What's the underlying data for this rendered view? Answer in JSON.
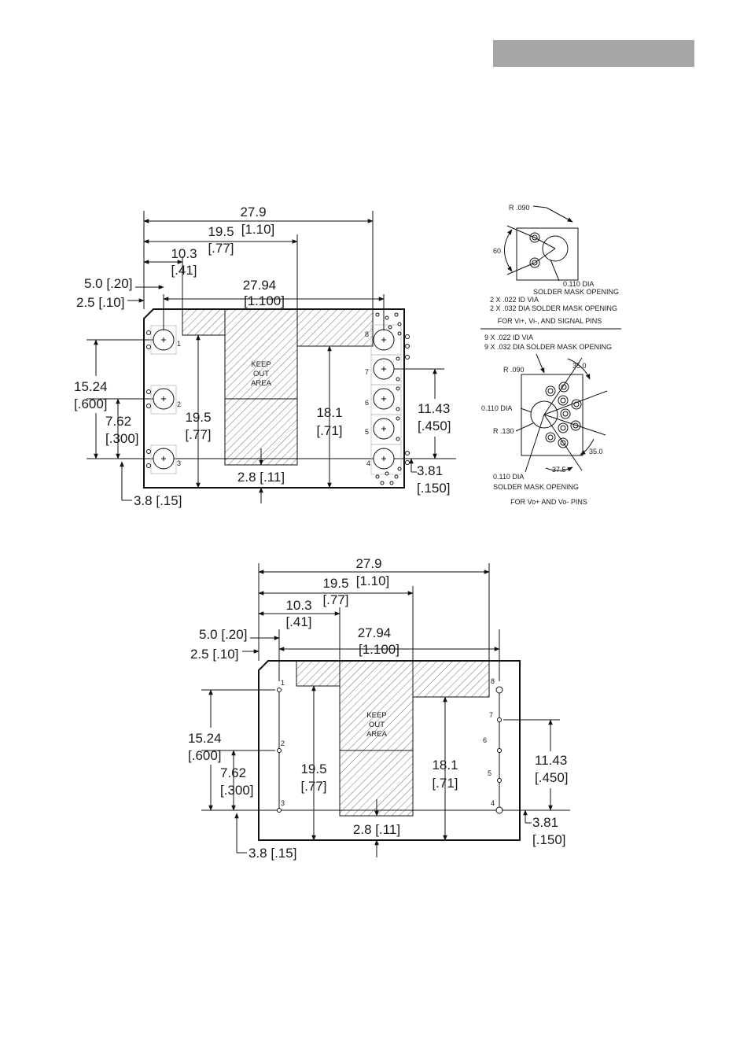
{
  "diagram": {
    "top": {
      "dims": {
        "w279": "27.9",
        "w279_in": "[1.10]",
        "w195": "19.5",
        "w195_in": "[.77]",
        "w103": "10.3",
        "w103_in": "[.41]",
        "d50": "5.0 [.20]",
        "d25": "2.5 [.10]",
        "w2794": "27.94",
        "w2794_in": "[1.100]",
        "h1524": "15.24",
        "h1524_in": "[.600]",
        "h762": "7.62",
        "h762_in": "[.300]",
        "v195": "19.5",
        "v195_in": "[.77]",
        "v181": "18.1",
        "v181_in": "[.71]",
        "h1143": "11.43",
        "h1143_in": "[.450]",
        "h381": "3.81",
        "h381_in": "[.150]",
        "d28": "2.8 [.11]",
        "d38": "3.8 [.15]"
      },
      "keepout": [
        "KEEP",
        "OUT",
        "AREA"
      ],
      "pins": [
        "1",
        "2",
        "3",
        "4",
        "5",
        "6",
        "7",
        "8"
      ]
    },
    "bottom": {
      "dims": {
        "w279": "27.9",
        "w279_in": "[1.10]",
        "w195": "19.5",
        "w195_in": "[.77]",
        "w103": "10.3",
        "w103_in": "[.41]",
        "d50": "5.0 [.20]",
        "d25": "2.5 [.10]",
        "w2794": "27.94",
        "w2794_in": "[1.100]",
        "h1524": "15.24",
        "h1524_in": "[.600]",
        "h762": "7.62",
        "h762_in": "[.300]",
        "v195": "19.5",
        "v195_in": "[.77]",
        "v181": "18.1",
        "v181_in": "[.71]",
        "h1143": "11.43",
        "h1143_in": "[.450]",
        "h381": "3.81",
        "h381_in": "[.150]",
        "d28": "2.8 [.11]",
        "d38": "3.8 [.15]"
      },
      "keepout": [
        "KEEP",
        "OUT",
        "AREA"
      ],
      "pins": [
        "1",
        "2",
        "3",
        "4",
        "5",
        "6",
        "7",
        "8"
      ]
    },
    "detail_signal": {
      "r090": "R .090",
      "angle60": "60",
      "dia110": "0.110 DIA",
      "mask": "SOLDER MASK OPENING",
      "via1": "2 X .022 ID VIA",
      "via2": "2 X .032 DIA SOLDER MASK OPENING",
      "caption": "FOR Vi+, Vi-, AND SIGNAL PINS"
    },
    "detail_power": {
      "via1": "9 X .022 ID VIA",
      "via2": "9 X .032 DIA SOLDER MASK OPENING",
      "r090": "R .090",
      "angle35a": "35.0",
      "dia110a": "0.110 DIA",
      "r130": "R .130",
      "angle35b": "35.0",
      "angle375": "37.5",
      "dia110b": "0.110 DIA",
      "mask": "SOLDER MASK OPENING",
      "caption": "FOR Vo+ AND Vo- PINS"
    }
  }
}
